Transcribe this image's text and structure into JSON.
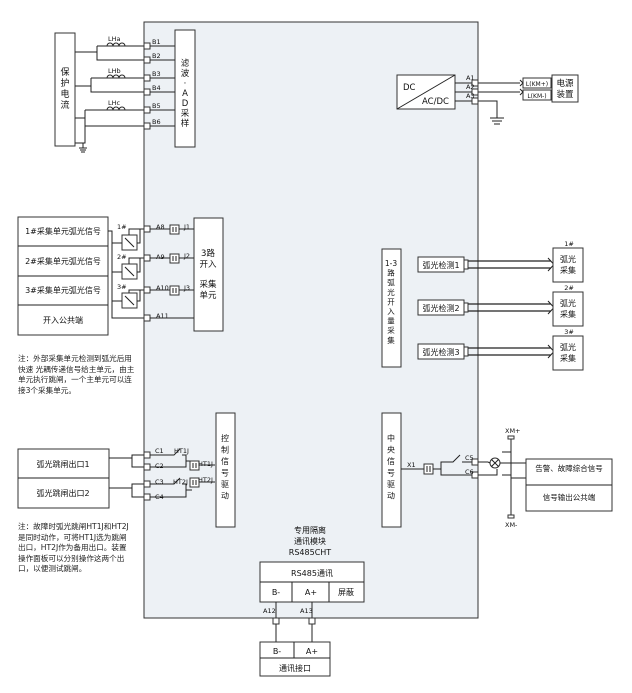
{
  "left_box": {
    "label": "保护电流"
  },
  "ct_labels": [
    "LHa",
    "LHb",
    "LHc"
  ],
  "terminals_b": [
    "B1",
    "B2",
    "B3",
    "B4",
    "B5",
    "B6"
  ],
  "ad_box": {
    "label": "滤波·AD采样"
  },
  "dc_module": {
    "top": "DC",
    "bottom": "AC/DC"
  },
  "terminals_a_power": [
    "A1",
    "A2",
    "A3"
  ],
  "power_plugs": [
    "L(KM+)",
    "L(KM-)"
  ],
  "power_device": {
    "label": "电源装置"
  },
  "collect_signals": [
    "1#采集单元弧光信号",
    "2#采集单元弧光信号",
    "3#采集单元弧光信号",
    "开入公共端"
  ],
  "switch_labels": [
    "1#",
    "2#",
    "3#"
  ],
  "terminals_a_input": [
    "A8",
    "A9",
    "A10",
    "A11"
  ],
  "j_labels": [
    "J1",
    "J2",
    "J3"
  ],
  "input_unit": {
    "line1": "3路",
    "line2": "开入",
    "line3": "采集",
    "line4": "单元"
  },
  "note1": "注：外部采集单元检测到弧光后用快速 光耦传递信号给主单元，由主单元执行跳闸，一个主单元可以连接3个采集单元。",
  "detect_unit": {
    "label": "1-3路弧光开入量采集"
  },
  "arc_detect": [
    "弧光检测1",
    "弧光检测2",
    "弧光检测3"
  ],
  "arc_sensor_numbers": [
    "1#",
    "2#",
    "3#"
  ],
  "arc_sensor_label": "弧光采集",
  "trip_outputs": [
    "弧光跳闸出口1",
    "弧光跳闸出口2"
  ],
  "terminals_c": [
    "C1",
    "C2",
    "C3",
    "C4"
  ],
  "ht_labels": [
    "HT1J",
    "HT2J"
  ],
  "ctrl_drive": {
    "label": "控制信号驱动"
  },
  "note2": "注：故障时弧光跳闸HT1J和HT2J是同时动作，可将HT1J选为跳闸出口，HT2J作为备用出口。装置操作面板可以分别操作这两个出口，以便测试跳闸。",
  "central_drive": {
    "label": "中央信号驱动"
  },
  "x1_label": "X1",
  "terminals_c_right": [
    "C5",
    "C6"
  ],
  "xm_labels": [
    "XM+",
    "XM-"
  ],
  "alarm_box": {
    "line1": "告警、故障综合信号",
    "line2": "信号输出公共端"
  },
  "comm_module": {
    "line1": "专用隔离",
    "line2": "通讯模块",
    "line3": "RS485CHT"
  },
  "rs485": {
    "title": "RS485通讯",
    "b": "B-",
    "a": "A+",
    "shield": "屏蔽"
  },
  "terminals_a_comm": [
    "A12",
    "A13"
  ],
  "comm_port": {
    "b": "B-",
    "a": "A+",
    "label": "通讯接口"
  }
}
